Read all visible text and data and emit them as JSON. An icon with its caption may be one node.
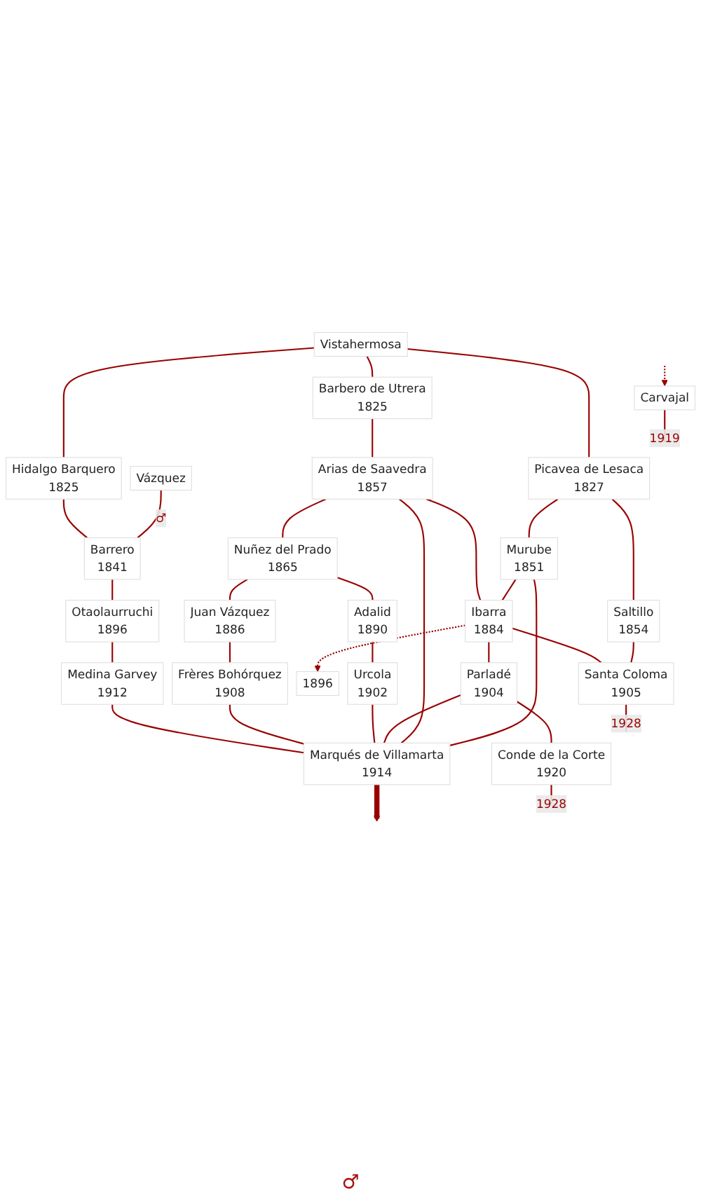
{
  "diagram": {
    "nodes": [
      {
        "text": [
          "Vistahermosa"
        ]
      },
      {
        "text": [
          "Vázquez"
        ]
      },
      {
        "text": [
          "Picavea de Lesaca",
          "1827"
        ]
      },
      {
        "text": [
          "Barbero de Utrera",
          "1825"
        ]
      },
      {
        "text": [
          "Hidalgo Barquero",
          "1825"
        ]
      },
      {
        "text": [
          "Saltillo",
          "1854"
        ]
      },
      {
        "text": [
          "Murube",
          "1851"
        ]
      },
      {
        "text": [
          "Arias de Saavedra",
          "1857"
        ]
      },
      {
        "text": [
          "Barrero",
          "1841"
        ]
      },
      {
        "text": [
          "Nuñez del Prado",
          "1865"
        ]
      },
      {
        "text": [
          "Ibarra",
          "1884"
        ]
      },
      {
        "text": [
          "Adalid",
          "1890"
        ]
      },
      {
        "text": [
          "Juan Vázquez",
          "1886"
        ]
      },
      {
        "text": [
          "Otaolaurruchi",
          "1896"
        ]
      },
      {
        "text": [
          "1896"
        ]
      },
      {
        "text": [
          "Santa Coloma",
          "1905"
        ]
      },
      {
        "text": [
          "Parladé",
          "1904"
        ]
      },
      {
        "text": [
          "Urcola",
          "1902"
        ]
      },
      {
        "text": [
          "Frères Bohórquez",
          "1908"
        ]
      },
      {
        "text": [
          "Medina Garvey",
          "1912"
        ]
      },
      {
        "text": [
          "Marqués de Villamarta",
          "1914"
        ]
      },
      {
        "text": [
          "Conde de la Corte",
          "1920"
        ]
      },
      {
        "text": [
          "Carvajal"
        ]
      }
    ],
    "edges": [
      {
        "from": 0,
        "to": 2,
        "arrow": "none"
      },
      {
        "from": 0,
        "to": 3,
        "arrow": "none"
      },
      {
        "from": 0,
        "to": 4,
        "arrow": "none"
      },
      {
        "from": 1,
        "to": 8,
        "arrow": "none",
        "label": "♂"
      },
      {
        "from": 4,
        "to": 8,
        "arrow": "none"
      },
      {
        "from": 2,
        "to": 5,
        "arrow": "none"
      },
      {
        "from": 2,
        "to": 6,
        "arrow": "none"
      },
      {
        "from": 3,
        "to": 7,
        "arrow": "none"
      },
      {
        "from": 7,
        "to": 9,
        "arrow": "none"
      },
      {
        "from": 6,
        "to": 10,
        "arrow": "none"
      },
      {
        "from": 7,
        "to": 10,
        "arrow": "none"
      },
      {
        "from": 9,
        "to": 11,
        "arrow": "none"
      },
      {
        "from": 9,
        "to": 12,
        "arrow": "none"
      },
      {
        "from": 8,
        "to": 13,
        "arrow": "none"
      },
      {
        "from": 10,
        "to": 14,
        "arrow": "to",
        "style": "dashed"
      },
      {
        "from": 5,
        "to": 15,
        "arrow": "none"
      },
      {
        "from": 10,
        "to": 15,
        "arrow": "none"
      },
      {
        "from": 10,
        "to": 16,
        "arrow": "none"
      },
      {
        "from": 11,
        "to": 17,
        "arrow": "none"
      },
      {
        "from": 12,
        "to": 18,
        "arrow": "none"
      },
      {
        "from": 13,
        "to": 19,
        "arrow": "none"
      },
      {
        "from": 6,
        "to": 20,
        "arrow": "none"
      },
      {
        "from": 7,
        "to": 20,
        "arrow": "none"
      },
      {
        "from": 16,
        "to": 20,
        "arrow": "none"
      },
      {
        "from": 17,
        "to": 20,
        "arrow": "none"
      },
      {
        "from": 18,
        "to": 20,
        "arrow": "none"
      },
      {
        "from": 19,
        "to": 20,
        "arrow": "none"
      },
      {
        "from": 16,
        "to": 21,
        "arrow": "none"
      },
      {
        "from": null,
        "to": 22,
        "arrow": "to",
        "style": "dashed"
      },
      {
        "from": 22,
        "to": null,
        "arrow": "none",
        "label": "1919"
      },
      {
        "from": 21,
        "to": null,
        "arrow": "none",
        "label": "1928"
      },
      {
        "from": 15,
        "to": null,
        "arrow": "none",
        "label": "1928"
      },
      {
        "from": 20,
        "to": null,
        "arrow": "to",
        "style": "thick"
      }
    ],
    "labels": [
      "♂"
    ]
  }
}
